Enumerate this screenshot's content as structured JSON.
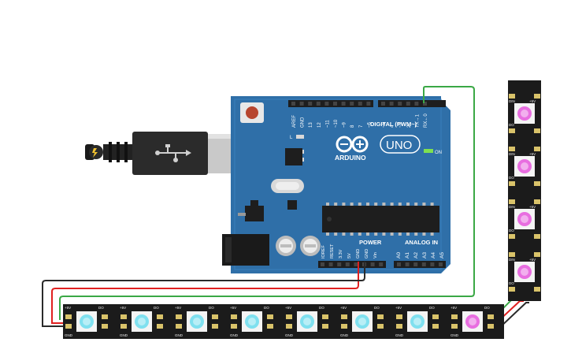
{
  "board": {
    "brand": "ARDUINO",
    "model": "UNO",
    "digital_label": "DIGITAL (PWM~)",
    "power_label": "POWER",
    "analog_label": "ANALOG IN",
    "on_label": "ON",
    "led_l": "L",
    "led_tx": "TX",
    "led_rx": "RX",
    "digital_pins": [
      "AREF",
      "GND",
      "13",
      "12",
      "~11",
      "~10",
      "~9",
      "8",
      "7",
      "~6",
      "~5",
      "4",
      "~3",
      "2",
      "TX→1",
      "RX←0"
    ],
    "power_pins": [
      "IOREF",
      "RESET",
      "3.3V",
      "5V",
      "GND",
      "GND",
      "Vin"
    ],
    "analog_pins": [
      "A0",
      "A1",
      "A2",
      "A3",
      "A4",
      "A5"
    ],
    "colors": {
      "pcb": "#2f6fa8",
      "header": "#1e1e1e",
      "accent": "#ffffff"
    }
  },
  "strip": {
    "horizontal_pixels": [
      {
        "color": "#7fe0ef"
      },
      {
        "color": "#7fe0ef"
      },
      {
        "color": "#7fe0ef"
      },
      {
        "color": "#7fe0ef"
      },
      {
        "color": "#7fe0ef"
      },
      {
        "color": "#7fe0ef"
      },
      {
        "color": "#7fe0ef"
      },
      {
        "color": "#e86ee0"
      }
    ],
    "vertical_pixels": [
      {
        "color": "#e86ee0"
      },
      {
        "color": "#e86ee0"
      },
      {
        "color": "#e86ee0"
      },
      {
        "color": "#e86ee0"
      }
    ],
    "pin_labels": {
      "din": "DIN",
      "dout": "DO",
      "vcc": "+5V",
      "gnd": "GND"
    }
  },
  "wires": {
    "data_color": "#3aa845",
    "power_color": "#e02020",
    "ground_color": "#2a2a2a"
  },
  "icons": [
    "usb-icon",
    "arduino-infinity-logo"
  ]
}
